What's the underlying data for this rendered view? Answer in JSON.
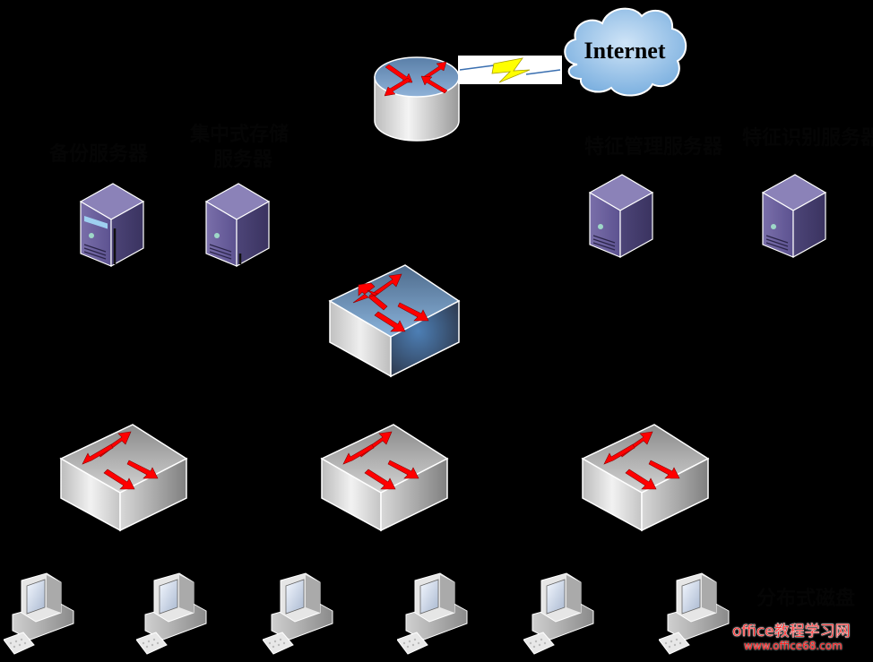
{
  "diagram": {
    "title": "Network topology",
    "internet": {
      "label": "Internet",
      "icon": "cloud-icon"
    },
    "wan_link": {
      "icon": "lightning-bolt-icon"
    },
    "router": {
      "icon": "router-icon"
    },
    "core_switch": {
      "icon": "core-switch-icon"
    },
    "servers": [
      {
        "label": "备份服务器",
        "icon": "server-icon"
      },
      {
        "label_line1": "集中式存储",
        "label_line2": "服务器",
        "icon": "server-icon"
      },
      {
        "label": "特征管理服务器",
        "icon": "server-icon"
      },
      {
        "label": "特征识别服务器",
        "icon": "server-icon"
      }
    ],
    "access_switches": [
      {
        "icon": "switch-icon"
      },
      {
        "icon": "switch-icon"
      },
      {
        "icon": "switch-icon"
      }
    ],
    "workstations": [
      {
        "icon": "workstation-icon"
      },
      {
        "icon": "workstation-icon"
      },
      {
        "icon": "workstation-icon"
      },
      {
        "icon": "workstation-icon"
      },
      {
        "icon": "workstation-icon"
      },
      {
        "icon": "workstation-icon"
      }
    ],
    "workstations_label": "分布式磁盘"
  },
  "watermark": {
    "line1": "office教程学习网",
    "line2": "www.office68.com"
  },
  "colors": {
    "background": "#000000",
    "arrow": "#ff0000",
    "server_body": "#6a5f96",
    "cloud": "#8fc0e8",
    "bolt": "#ffff00"
  }
}
